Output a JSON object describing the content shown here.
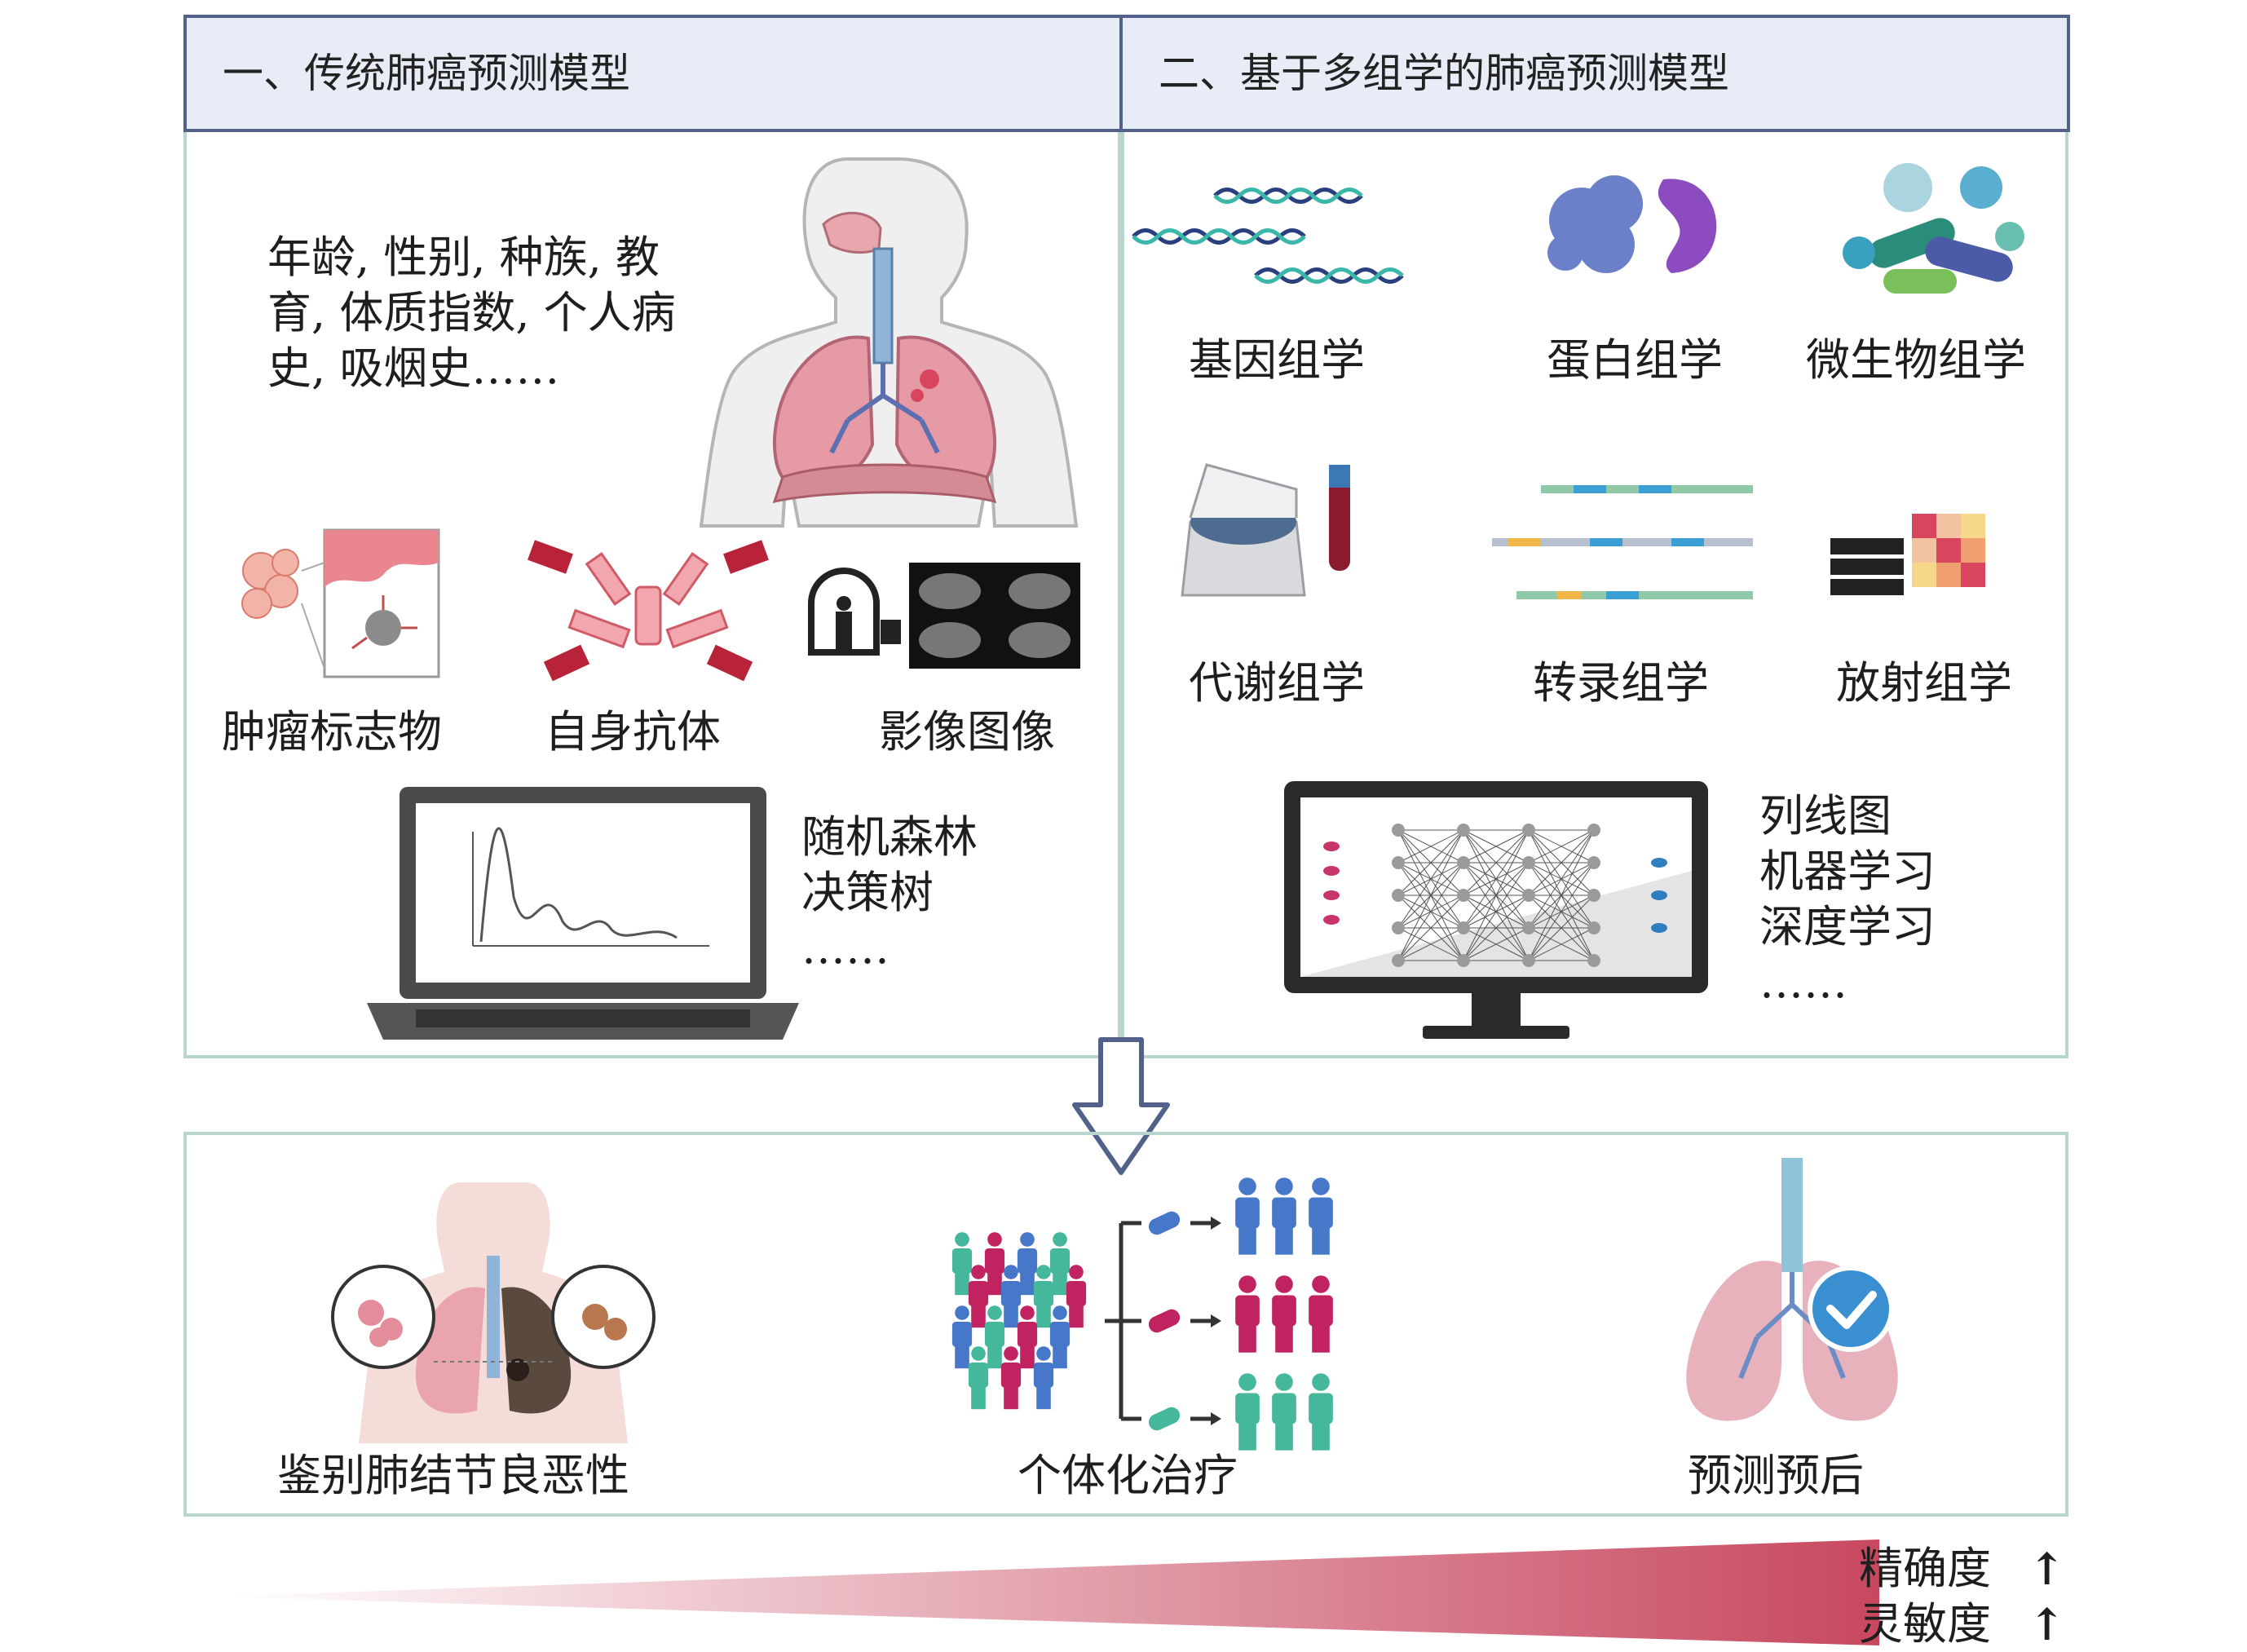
{
  "traditional": {
    "header": "一、传统肺癌预测模型",
    "factors": [
      "年龄, 性别, 种族, 教",
      "育, 体质指数, 个人病",
      "史, 吸烟史……"
    ],
    "markers": [
      "肿瘤标志物",
      "自身抗体",
      "影像图像"
    ],
    "methods": [
      "随机森林",
      "决策树",
      "……"
    ]
  },
  "multiomics": {
    "header": "二、基于多组学的肺癌预测模型",
    "omics_row1": [
      "基因组学",
      "蛋白组学",
      "微生物组学"
    ],
    "omics_row2": [
      "代谢组学",
      "转录组学",
      "放射组学"
    ],
    "methods": [
      "列线图",
      "机器学习",
      "深度学习",
      "……"
    ]
  },
  "outcomes": [
    "鉴别肺结节良恶性",
    "个体化治疗",
    "预测预后"
  ],
  "gradient": {
    "labels": [
      "精确度",
      "灵敏度"
    ],
    "arrow": "↑",
    "color": "#c8485f"
  }
}
